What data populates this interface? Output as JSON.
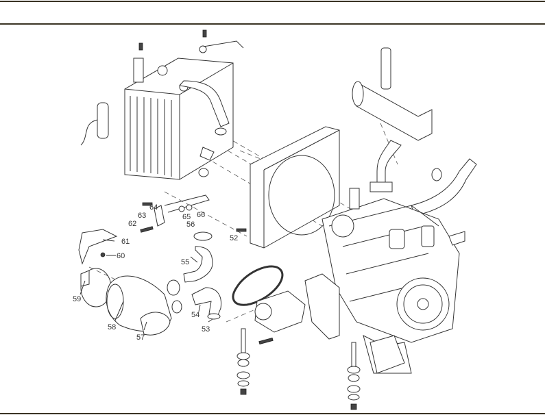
{
  "diagram": {
    "type": "exploded-parts-diagram",
    "callouts": [
      "52",
      "53",
      "54",
      "55",
      "56",
      "57",
      "58",
      "59",
      "60",
      "61",
      "62",
      "63",
      "64",
      "65",
      "66"
    ]
  }
}
